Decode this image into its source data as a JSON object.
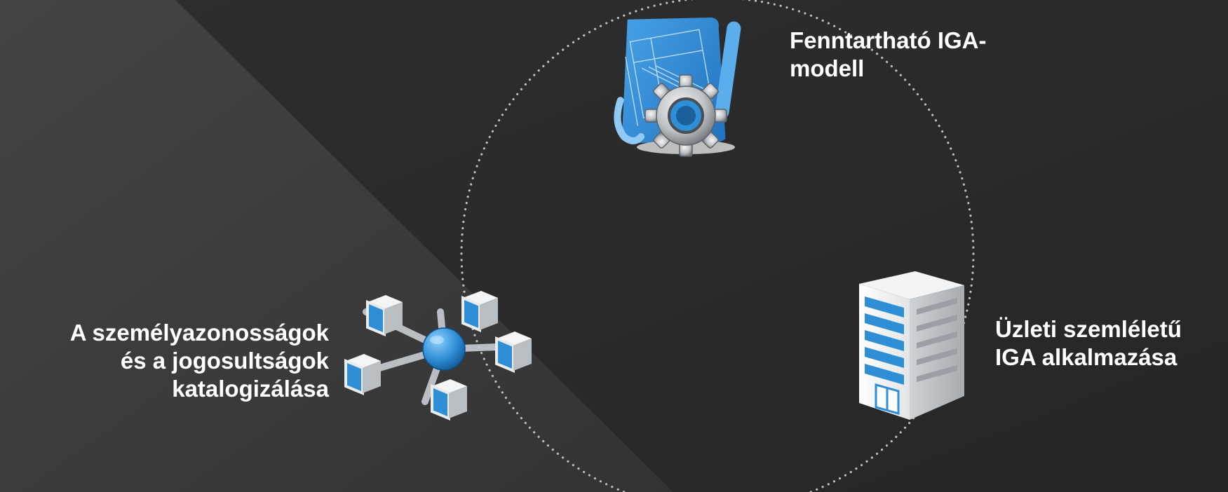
{
  "diagram": {
    "nodes": [
      {
        "id": "top",
        "label": "Fenntartható IGA-\nmodell",
        "icon": "blueprint-gear-icon"
      },
      {
        "id": "right",
        "label": "Üzleti szemléletű\nIGA alkalmazása",
        "icon": "office-building-icon"
      },
      {
        "id": "left",
        "label": "A személyazonosságok\nés a jogosultságok\nkatalogizálása",
        "icon": "network-hub-icon"
      }
    ],
    "connector": "dotted-circle"
  },
  "colors": {
    "background": "#2a2a2b",
    "background_light_wedge": "#3a3a3b",
    "text": "#ffffff",
    "dots": "#bdbdbd",
    "accent_blue": "#2f8fd6"
  }
}
